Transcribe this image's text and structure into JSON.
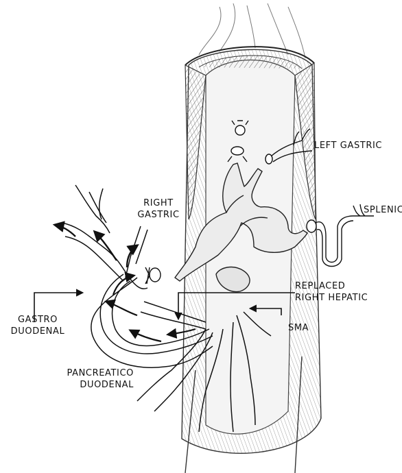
{
  "labels": {
    "left_gastric": "LEFT GASTRIC",
    "right_gastric": [
      "RIGHT",
      "GASTRIC"
    ],
    "splenic": "SPLENIC",
    "replaced_right_hepatic": [
      "REPLACED",
      "RIGHT HEPATIC"
    ],
    "sma": "SMA",
    "gastroduodenal": [
      "GASTRO",
      "DUODENAL"
    ],
    "pancreaticoduodenal": [
      "PANCREATICO",
      "DUODENAL"
    ]
  }
}
